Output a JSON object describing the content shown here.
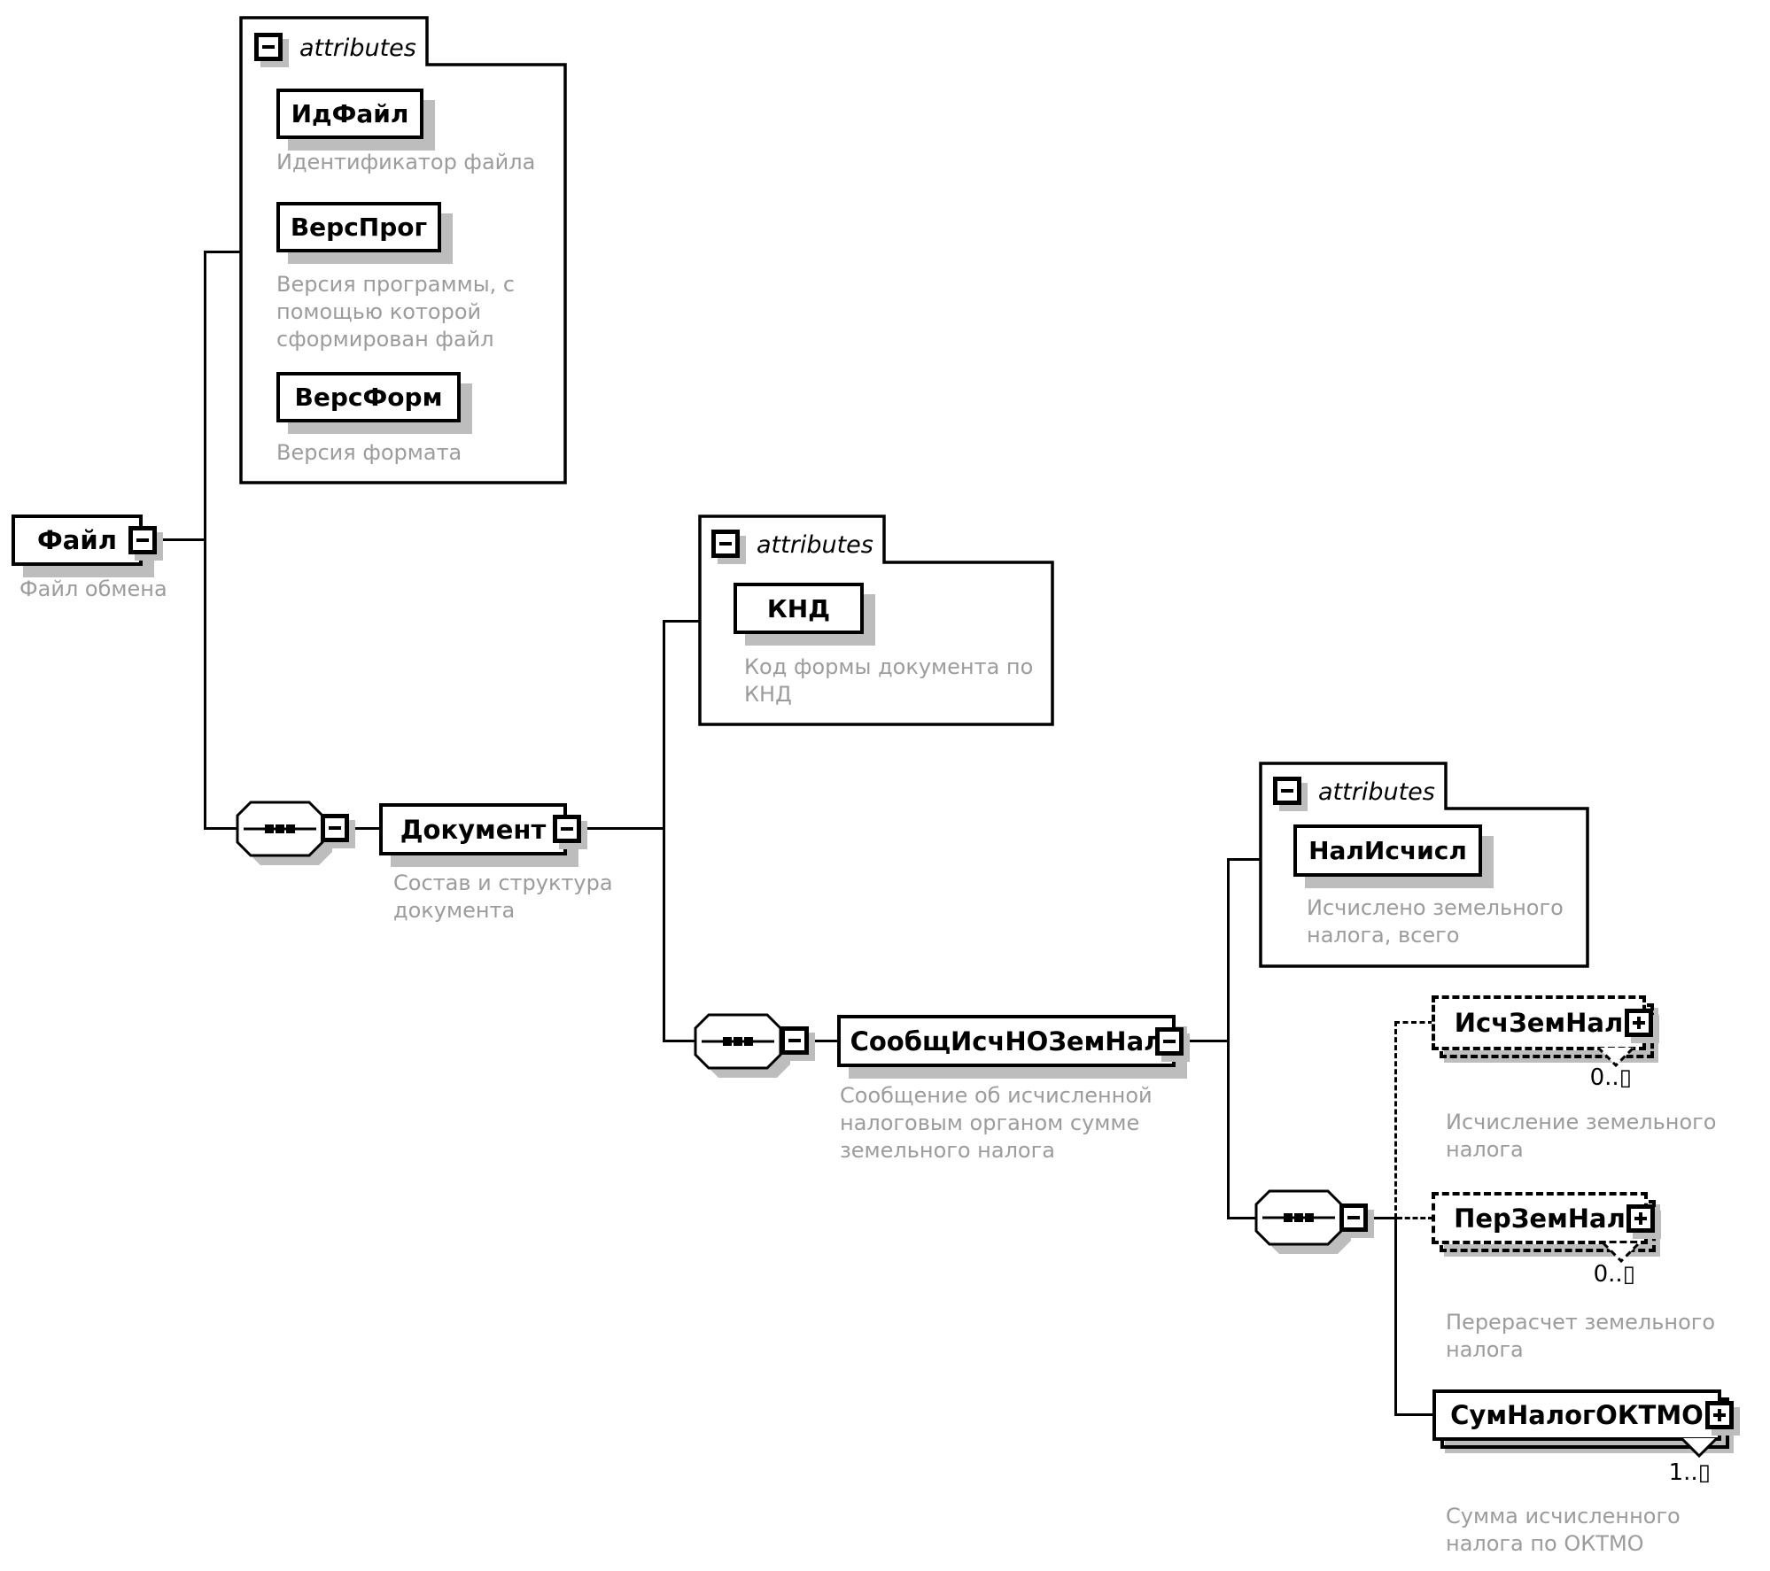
{
  "attributes_label": "attributes",
  "nodes": {
    "fajl": {
      "label": "Файл",
      "desc": "Файл обмена"
    },
    "idfajl": {
      "label": "ИдФайл",
      "desc": "Идентификатор файла"
    },
    "versprog": {
      "label": "ВерсПрог",
      "desc": "Версия программы, с помощью которой сформирован файл"
    },
    "versform": {
      "label": "ВерсФорм",
      "desc": "Версия формата"
    },
    "dokument": {
      "label": "Документ",
      "desc": "Состав и структура документа"
    },
    "knd": {
      "label": "КНД",
      "desc": "Код формы документа по КНД"
    },
    "soobsh": {
      "label": "СообщИсчНОЗемНал",
      "desc": "Сообщение об исчисленной налоговым органом сумме земельного налога"
    },
    "nalischisl": {
      "label": "НалИсчисл",
      "desc": "Исчислено земельного налога, всего"
    },
    "ischzemnal": {
      "label": "ИсчЗемНал",
      "desc": "Исчисление земельного налога",
      "occurs": "0..▯"
    },
    "perzemnal": {
      "label": "ПерЗемНал",
      "desc": "Перерасчет земельного налога",
      "occurs": "0..▯"
    },
    "sumnalogoktmo": {
      "label": "СумНалогОКТМО",
      "desc": "Сумма исчисленного налога по ОКТМО",
      "occurs": "1..▯"
    }
  },
  "colors": {
    "line": "#000000",
    "shadow": "#bdbdbd",
    "desc_text": "#9c9c9c"
  }
}
